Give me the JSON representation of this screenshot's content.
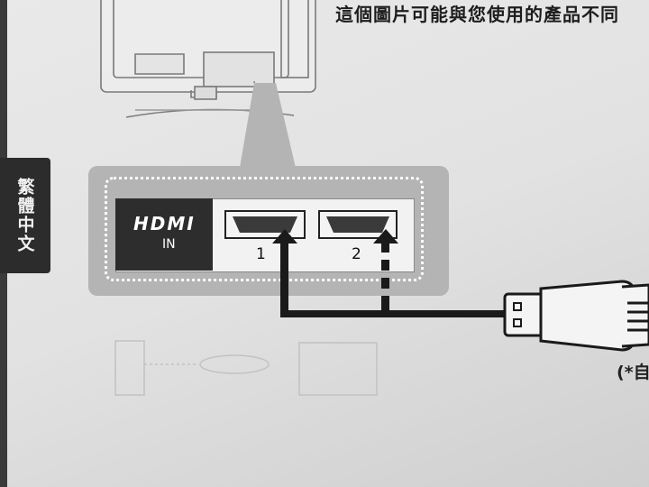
{
  "top_caption": "這個圖片可能與您使用的產品不同",
  "side_tab_label": "繁體中文",
  "hdmi_panel": {
    "logo_text": "HDMI",
    "input_label": "IN",
    "ports": [
      "1",
      "2"
    ]
  },
  "corner_note": "(*自",
  "colors": {
    "panel_gray": "#b4b4b4",
    "dark_label": "#2d2d2d",
    "cable_line": "#1a1a1a"
  }
}
